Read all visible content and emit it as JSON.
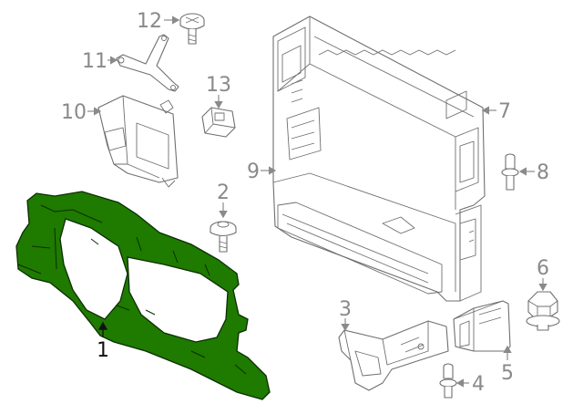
{
  "colors": {
    "highlight_part": "#1f7a00",
    "highlight_stroke": "#0b2e00",
    "line_art": "#6f6f6f",
    "callout": "#8a8a8a",
    "callout_active": "#111111"
  },
  "callouts": {
    "c1": "1",
    "c2": "2",
    "c3": "3",
    "c4": "4",
    "c5": "5",
    "c6": "6",
    "c7": "7",
    "c8": "8",
    "c9": "9",
    "c10": "10",
    "c11": "11",
    "c12": "12",
    "c13": "13"
  }
}
